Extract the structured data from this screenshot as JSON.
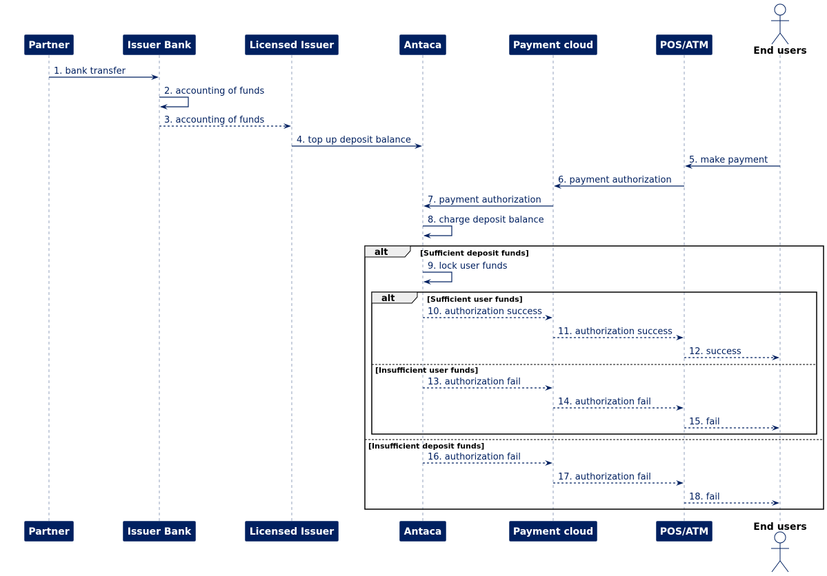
{
  "participants": [
    {
      "id": "partner",
      "label": "Partner",
      "kind": "box"
    },
    {
      "id": "issuer_bank",
      "label": "Issuer Bank",
      "kind": "box"
    },
    {
      "id": "licensed_issuer",
      "label": "Licensed Issuer",
      "kind": "box"
    },
    {
      "id": "antaca",
      "label": "Antaca",
      "kind": "box"
    },
    {
      "id": "payment_cloud",
      "label": "Payment cloud",
      "kind": "box"
    },
    {
      "id": "pos_atm",
      "label": "POS/ATM",
      "kind": "box"
    },
    {
      "id": "end_users",
      "label": "End users",
      "kind": "actor"
    }
  ],
  "messages": [
    {
      "from": "partner",
      "to": "issuer_bank",
      "label": "1. bank transfer",
      "style": "solid"
    },
    {
      "from": "issuer_bank",
      "to": "issuer_bank",
      "label": "2. accounting of funds",
      "style": "solid"
    },
    {
      "from": "issuer_bank",
      "to": "licensed_issuer",
      "label": "3. accounting of funds",
      "style": "dashed"
    },
    {
      "from": "licensed_issuer",
      "to": "antaca",
      "label": "4. top up deposit balance",
      "style": "solid"
    },
    {
      "from": "end_users",
      "to": "pos_atm",
      "label": "5. make payment",
      "style": "solid"
    },
    {
      "from": "pos_atm",
      "to": "payment_cloud",
      "label": "6. payment authorization",
      "style": "solid"
    },
    {
      "from": "payment_cloud",
      "to": "antaca",
      "label": "7. payment authorization",
      "style": "solid"
    },
    {
      "from": "antaca",
      "to": "antaca",
      "label": "8. charge deposit balance",
      "style": "solid"
    },
    {
      "from": "antaca",
      "to": "antaca",
      "label": "9. lock user funds",
      "style": "solid"
    },
    {
      "from": "antaca",
      "to": "payment_cloud",
      "label": "10. authorization success",
      "style": "dashed"
    },
    {
      "from": "payment_cloud",
      "to": "pos_atm",
      "label": "11. authorization success",
      "style": "dashed"
    },
    {
      "from": "pos_atm",
      "to": "end_users",
      "label": "12. success",
      "style": "dashed"
    },
    {
      "from": "antaca",
      "to": "payment_cloud",
      "label": "13. authorization fail",
      "style": "dashed"
    },
    {
      "from": "payment_cloud",
      "to": "pos_atm",
      "label": "14. authorization fail",
      "style": "dashed"
    },
    {
      "from": "pos_atm",
      "to": "end_users",
      "label": "15. fail",
      "style": "dashed"
    },
    {
      "from": "antaca",
      "to": "payment_cloud",
      "label": "16. authorization fail",
      "style": "dashed"
    },
    {
      "from": "payment_cloud",
      "to": "pos_atm",
      "label": "17. authorization fail",
      "style": "dashed"
    },
    {
      "from": "pos_atm",
      "to": "end_users",
      "label": "18. fail",
      "style": "dashed"
    }
  ],
  "fragments": [
    {
      "operator": "alt",
      "guard": "[Sufficient deposit funds]",
      "else_guard": "[Insufficient deposit funds]"
    },
    {
      "operator": "alt",
      "guard": "[Sufficient user funds]",
      "else_guard": "[Insufficient user funds]"
    }
  ],
  "colors": {
    "participant_fill": "#002060",
    "line": "#002060",
    "frame": "#000000",
    "tab_fill": "#eeeeee"
  }
}
